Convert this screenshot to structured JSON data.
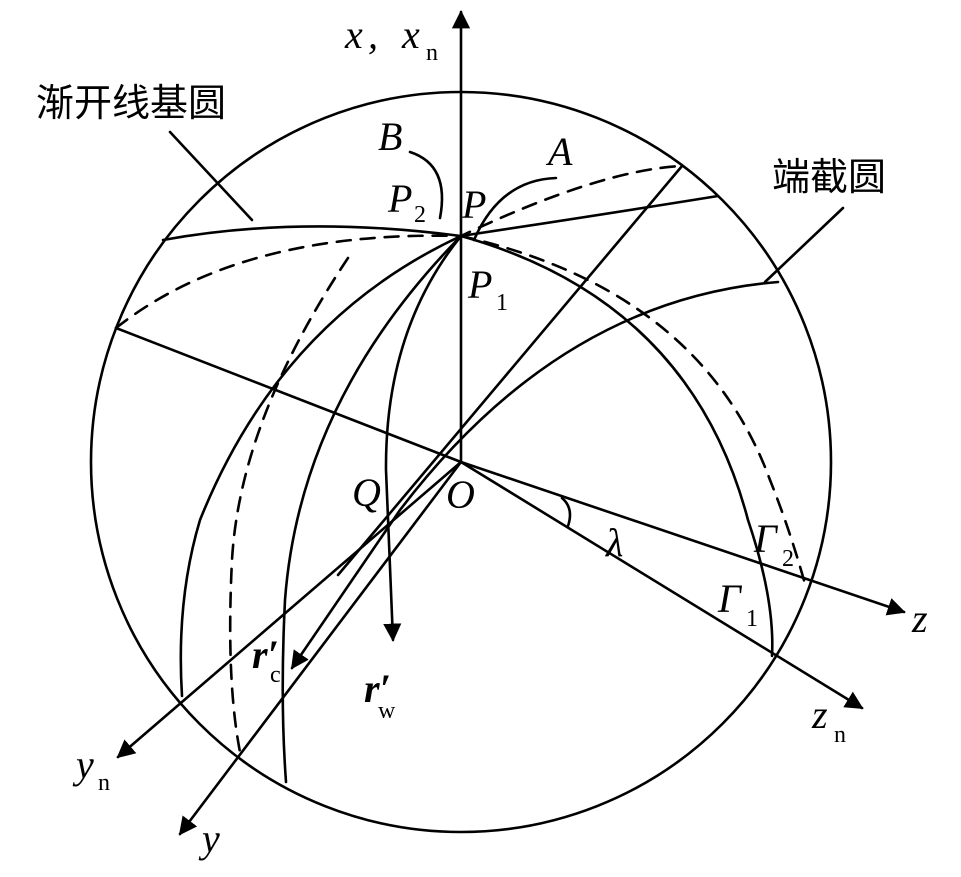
{
  "labels": {
    "axis_x": "x",
    "axis_x_sep": " ,",
    "axis_x_n": "x",
    "sub_n": "n",
    "involute_base_circle": "渐开线基圆",
    "end_section_circle": "端截圆",
    "point_B": "B",
    "point_A": "A",
    "point_P": "P",
    "point_P2": "P",
    "sub_2": "2",
    "point_P1": "P",
    "sub_1": "1",
    "point_Q": "Q",
    "point_O": "O",
    "angle_lambda": "λ",
    "gamma2": "Γ",
    "gamma1": "Γ",
    "axis_z": "z",
    "axis_zn": "z",
    "axis_y": "y",
    "axis_yn": "y",
    "vec_rc": "r′",
    "sub_c": "c",
    "vec_rw": "r′",
    "sub_w": "w"
  },
  "colors": {
    "ink": "#000000",
    "background": "#ffffff"
  }
}
